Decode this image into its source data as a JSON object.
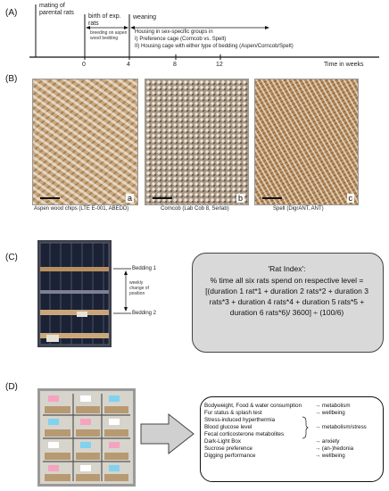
{
  "panel_a": {
    "label": "(A)",
    "mating": "mating of parental rats",
    "birth": "birth of exp. rats",
    "breeding": "breeding on aspen wood bedding",
    "weaning": "weaning",
    "housing_title": "Housing in sex-specific groups in",
    "housing_1": "I) Preference cage (Corncob vs. Spelt)",
    "housing_2": "II) Housing cage with either type of bedding (Aspen/Corncob/Spelt)",
    "ticks": [
      "0",
      "4",
      "8",
      "12"
    ],
    "axis_label": "Time in weeks"
  },
  "panel_b": {
    "label": "(B)",
    "photos": [
      {
        "letter": "a",
        "caption": "Aspen wood chips (LTE E-001, ABEDD)"
      },
      {
        "letter": "b",
        "caption": "Corncob (Lab Cob 8, Serlab)"
      },
      {
        "letter": "c",
        "caption": "Spelt (DigrANT, ANT)"
      }
    ]
  },
  "panel_c": {
    "label": "(C)",
    "bedding_1": "Bedding 1",
    "bedding_2": "Bedding 2",
    "weekly_change": "weekly change of position",
    "index_title": "'Rat Index':",
    "index_formula": "% time all six rats spend on respective level =[(duration 1 rat*1 + duration 2 rats*2 + duration 3 rats*3 + duration 4 rats*4 + duration 5 rats*5 + duration 6 rats*6)/ 3600] ÷ (100/6)"
  },
  "panel_d": {
    "label": "(D)",
    "tests": [
      "Bodyweight, Food & water consumption",
      "Fur status & splash test",
      "Stress-induced hyperthermia",
      "Blood glucose level",
      "Fecal corticosterone metabolites",
      "Dark-Light Box",
      "Sucrose preference",
      "Digging performance"
    ],
    "outcomes": {
      "metabolism": "metabolism",
      "wellbeing_1": "wellbeing",
      "metabolism_stress": "metabolism/stress",
      "anxiety": "anxiety",
      "anhedonia": "(an-)hedonia",
      "wellbeing_2": "wellbeing"
    },
    "arrow_glyph": "→"
  }
}
